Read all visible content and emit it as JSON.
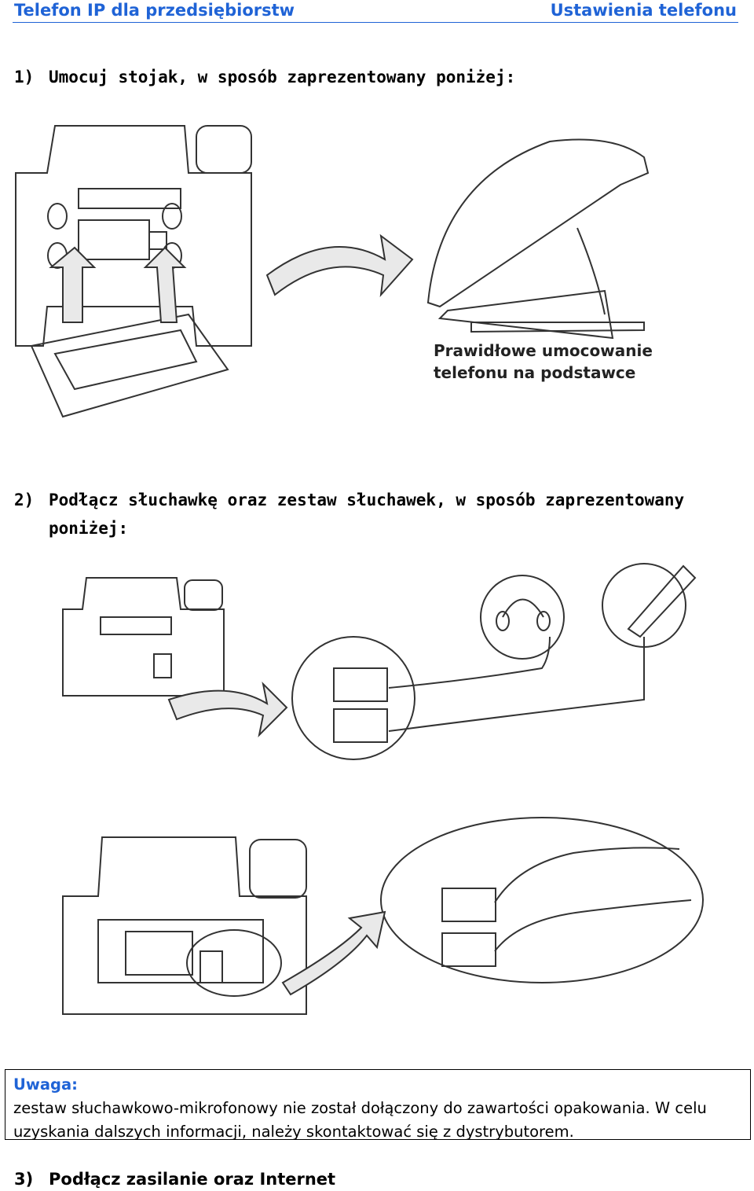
{
  "header": {
    "left_title": "Telefon IP dla przedsiębiorstw",
    "right_title": "Ustawienia telefonu"
  },
  "steps": [
    {
      "num": "1)",
      "text": "Umocuj stojak, w sposób zaprezentowany poniżej:"
    },
    {
      "num": "2)",
      "text": "Podłącz słuchawkę oraz zestaw słuchawek, w sposób zaprezentowany",
      "text_cont": "poniżej:"
    },
    {
      "num": "3)",
      "text": "Podłącz zasilanie oraz Internet"
    }
  ],
  "figure1": {
    "caption_line1": "Prawidłowe umocowanie",
    "caption_line2": "telefonu na podstawce"
  },
  "note": {
    "title": "Uwaga:",
    "body": "zestaw słuchawkowo-mikrofonowy nie został dołączony do zawartości opakowania. W celu uzyskania dalszych informacji, należy skontaktować się z dystrybutorem."
  }
}
